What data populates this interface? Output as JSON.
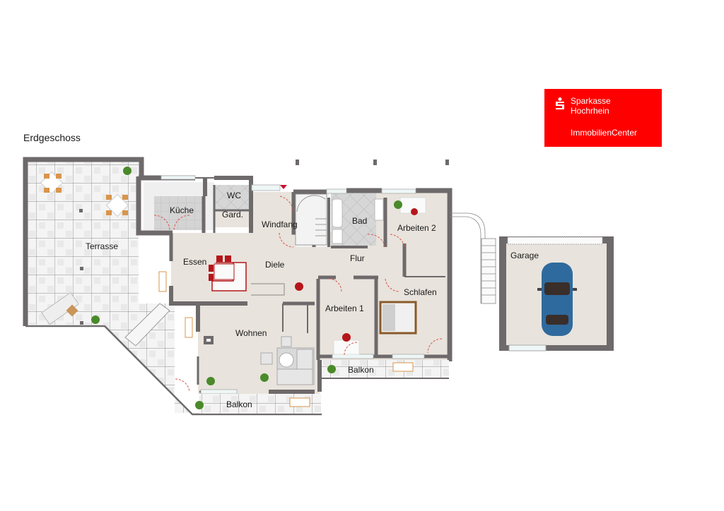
{
  "floor": {
    "title": "Erdgeschoss"
  },
  "brand": {
    "line1": "Sparkasse",
    "line2": "Hochrhein",
    "line3": "ImmobilienCenter",
    "color": "#ff0000",
    "icon": "sparkasse-s-icon"
  },
  "rooms": {
    "terrasse": "Terrasse",
    "kueche": "Küche",
    "wc": "WC",
    "gard": "Gard.",
    "windfang": "Windfang",
    "bad": "Bad",
    "arbeiten2": "Arbeiten 2",
    "essen": "Essen",
    "diele": "Diele",
    "flur": "Flur",
    "schlafen": "Schlafen",
    "arbeiten1": "Arbeiten 1",
    "wohnen": "Wohnen",
    "balkon1": "Balkon",
    "balkon2": "Balkon",
    "garage": "Garage"
  },
  "colors": {
    "wall": "#6e6a6b",
    "floor": "#e8e3dc",
    "tile": "#f1f1f1",
    "grout": "#7a7a7a",
    "furniture_red": "#b5161b",
    "car": "#2f6a9e",
    "plant": "#4a8a2a",
    "door_swing": "#d9534f"
  }
}
